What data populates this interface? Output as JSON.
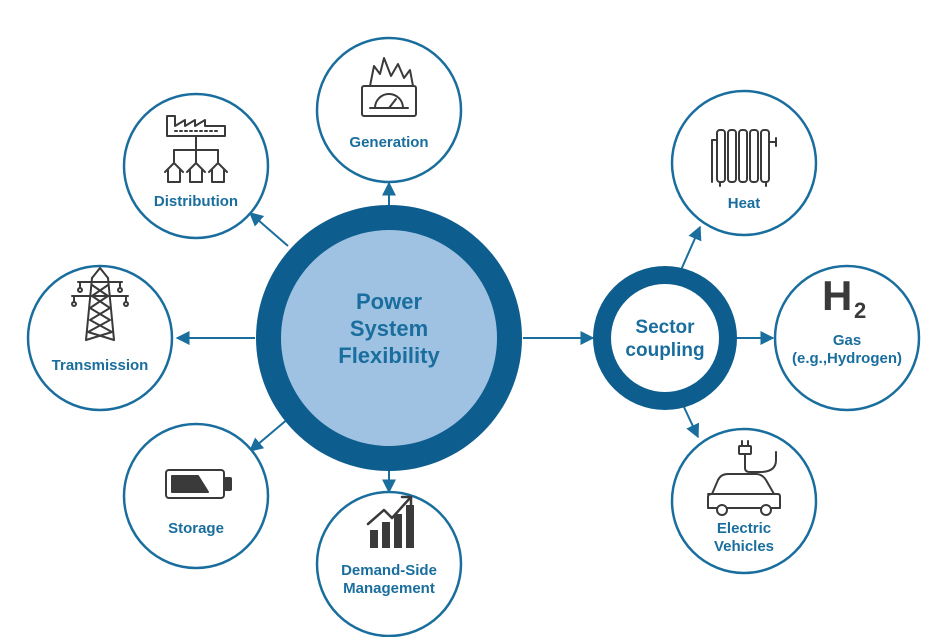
{
  "hub": {
    "lines": [
      "Power",
      "System",
      "Flexibility"
    ]
  },
  "sector": {
    "lines": [
      "Sector",
      "coupling"
    ]
  },
  "nodes": {
    "generation": {
      "lines": [
        "Generation"
      ]
    },
    "distribution": {
      "lines": [
        "Distribution"
      ]
    },
    "transmission": {
      "lines": [
        "Transmission"
      ]
    },
    "storage": {
      "lines": [
        "Storage"
      ]
    },
    "demand": {
      "lines": [
        "Demand-Side",
        "Management"
      ]
    },
    "heat": {
      "lines": [
        "Heat"
      ]
    },
    "gas": {
      "lines": [
        "Gas",
        "(e.g.,Hydrogen)"
      ]
    },
    "ev": {
      "lines": [
        "Electric",
        "Vehicles"
      ]
    }
  },
  "h2_symbol": {
    "letter": "H",
    "subscript": "2"
  },
  "colors": {
    "primary": "#1a6e9e",
    "ring_dark": "#0d5e8f",
    "hub_fill": "#9fc2e3",
    "icon": "#3a3a3a"
  },
  "icons": {
    "generation": "power-plant-icon",
    "distribution": "factory-houses-icon",
    "transmission": "pylon-icon",
    "storage": "battery-icon",
    "demand": "growth-chart-icon",
    "heat": "radiator-icon",
    "gas": "h2-icon",
    "ev": "electric-car-icon"
  }
}
